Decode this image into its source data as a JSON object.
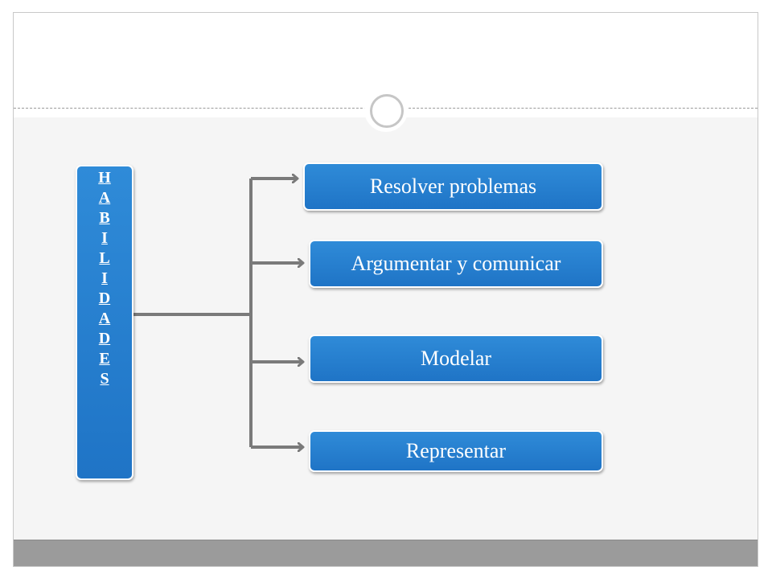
{
  "diagram": {
    "root_label": "HABILIDADES",
    "root_letters": [
      "H",
      "A",
      "B",
      "I",
      "L",
      "I",
      "D",
      "A",
      "D",
      "E",
      "S"
    ],
    "branches": [
      {
        "label": "Resolver problemas"
      },
      {
        "label": "Argumentar  y comunicar"
      },
      {
        "label": "Modelar"
      },
      {
        "label": "Representar"
      }
    ]
  },
  "colors": {
    "node_fill": "#1f74c6",
    "connector": "#7a7a7a",
    "bottom_bar": "#9b9b9b"
  }
}
